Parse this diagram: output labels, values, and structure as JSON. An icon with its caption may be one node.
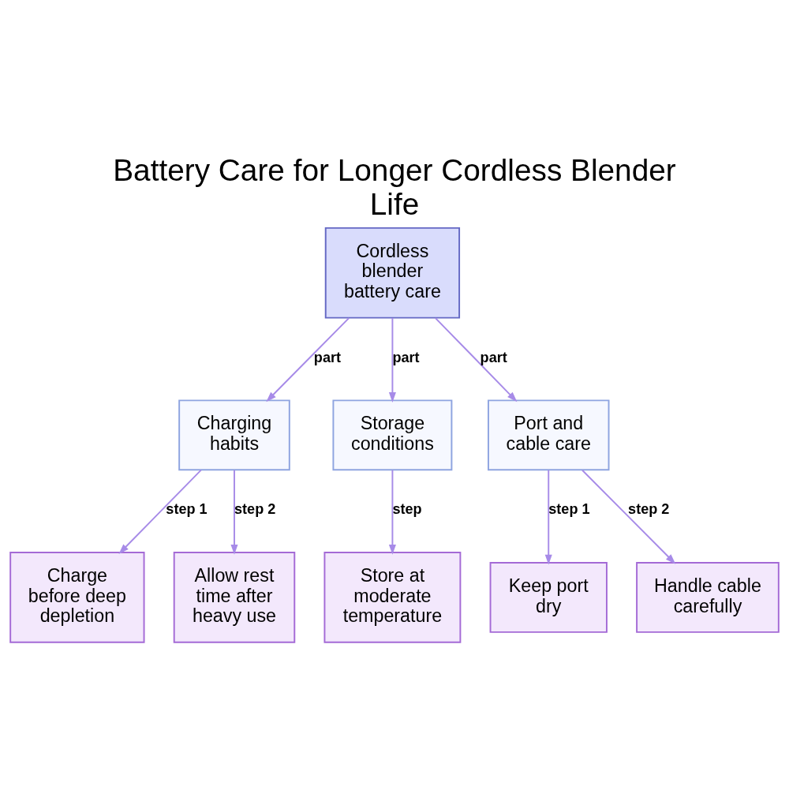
{
  "diagram": {
    "title": "Battery Care for Longer Cordless Blender Life",
    "nodes": [
      {
        "text": [
          "Cordless blender battery care"
        ]
      },
      {
        "text": [
          "Charging habits"
        ]
      },
      {
        "text": [
          "Storage conditions"
        ]
      },
      {
        "text": [
          "Port and cable care"
        ]
      },
      {
        "text": [
          "Charge before deep depletion"
        ]
      },
      {
        "text": [
          "Allow rest time after heavy use"
        ]
      },
      {
        "text": [
          "Store at moderate temperature"
        ]
      },
      {
        "text": [
          "Keep port dry"
        ]
      },
      {
        "text": [
          "Handle cable carefully"
        ]
      }
    ],
    "edges": [
      {
        "from": 0,
        "to": 1,
        "arrow": "to",
        "label": "part"
      },
      {
        "from": 0,
        "to": 2,
        "arrow": "to",
        "label": "part"
      },
      {
        "from": 0,
        "to": 3,
        "arrow": "to",
        "label": "part"
      },
      {
        "from": 1,
        "to": 4,
        "arrow": "to",
        "label": "step 1"
      },
      {
        "from": 1,
        "to": 5,
        "arrow": "to",
        "label": "step 2"
      },
      {
        "from": 2,
        "to": 6,
        "arrow": "to",
        "label": "step"
      },
      {
        "from": 3,
        "to": 7,
        "arrow": "to",
        "label": "step 1"
      },
      {
        "from": 3,
        "to": 8,
        "arrow": "to",
        "label": "step 2"
      }
    ]
  }
}
